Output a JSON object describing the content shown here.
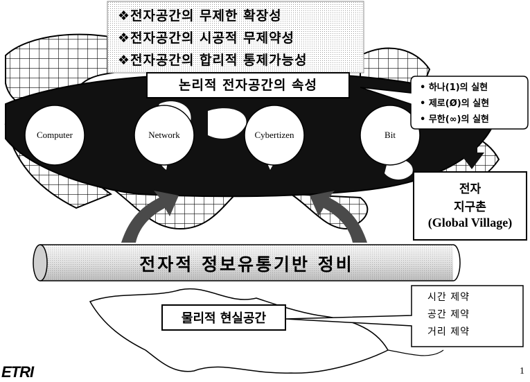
{
  "attributes_box": {
    "lines": [
      "❖전자공간의 무제한 확장성",
      "❖전자공간의 시공적 무제약성",
      "❖전자공간의 합리적 통제가능성"
    ]
  },
  "logical_space": {
    "label": "논리적 전자공간의 속성"
  },
  "nodes": [
    "Computer",
    "Network",
    "Cybertizen",
    "Bit"
  ],
  "realization_callout": {
    "items": [
      "• 하나(1)의 실현",
      "• 제로(Ø)의 실현",
      "• 무한(∞)의 실현"
    ]
  },
  "global_village": {
    "line1": "전자",
    "line2": "지구촌",
    "line3": "(Global Village)"
  },
  "infrastructure": {
    "label": "전자적 정보유통기반 정비"
  },
  "physical_space": {
    "label": "물리적 현실공간"
  },
  "constraints": {
    "items": [
      "시간 제약",
      "공간 제약",
      "거리 제약"
    ]
  },
  "logo": {
    "text": "ETRI"
  },
  "page_number": "1",
  "colors": {
    "ink": "#000000",
    "paper": "#ffffff",
    "screen": "#d8d8d8",
    "arrow": "#4a4a4a",
    "earth": "#111111"
  }
}
